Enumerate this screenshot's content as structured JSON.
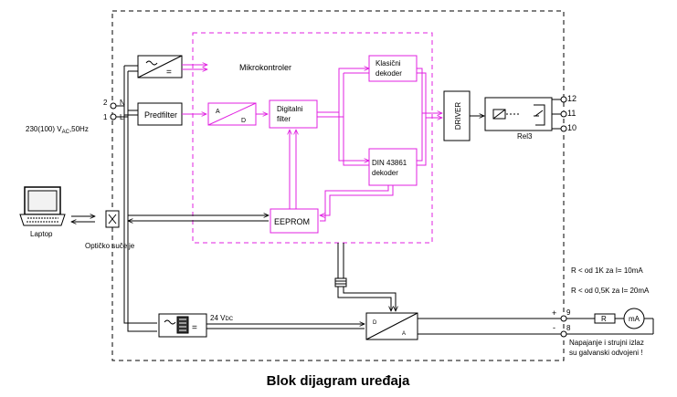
{
  "title": "Blok dijagram uređaja",
  "mcu": {
    "label": "Mikrokontroler"
  },
  "blocks": {
    "predfilter": "Predfilter",
    "adc_a": "A",
    "adc_d": "D",
    "digital_filter_line1": "Digitalni",
    "digital_filter_line2": "filter",
    "klasicni_line1": "Klasični",
    "klasicni_line2": "dekoder",
    "din_line1": "DIN 43861",
    "din_line2": "dekoder",
    "eeprom": "EEPROM",
    "driver": "DRIVER",
    "relay": "Rel3",
    "dac_d": "D",
    "dac_a": "A",
    "psu_eq": "="
  },
  "mains": {
    "supply": "230(100) V",
    "supply_sub": "AC",
    "supply_freq": ",50Hz",
    "pin_n_num": "2",
    "pin_n": "N",
    "pin_l_num": "1",
    "pin_l": "L"
  },
  "dc": {
    "label": "24 V",
    "label_sub": "DC"
  },
  "relay_terminals": [
    "12",
    "11",
    "10"
  ],
  "output_terminals": {
    "plus": "+",
    "plus_num": "9",
    "minus": "-",
    "minus_num": "8"
  },
  "laptop": {
    "label": "Laptop"
  },
  "optical": {
    "label": "Optičko sučelje"
  },
  "load_notes": [
    "R < od 1K za I= 10mA",
    "R < od 0,5K za I= 20mA"
  ],
  "isolation_note": [
    "Napajanje i strujni izlaz",
    "su galvanski odvojeni !"
  ],
  "meter": {
    "r": "R",
    "ma": "mA"
  },
  "colors": {
    "magenta": "#e020e0",
    "black": "#000000"
  }
}
